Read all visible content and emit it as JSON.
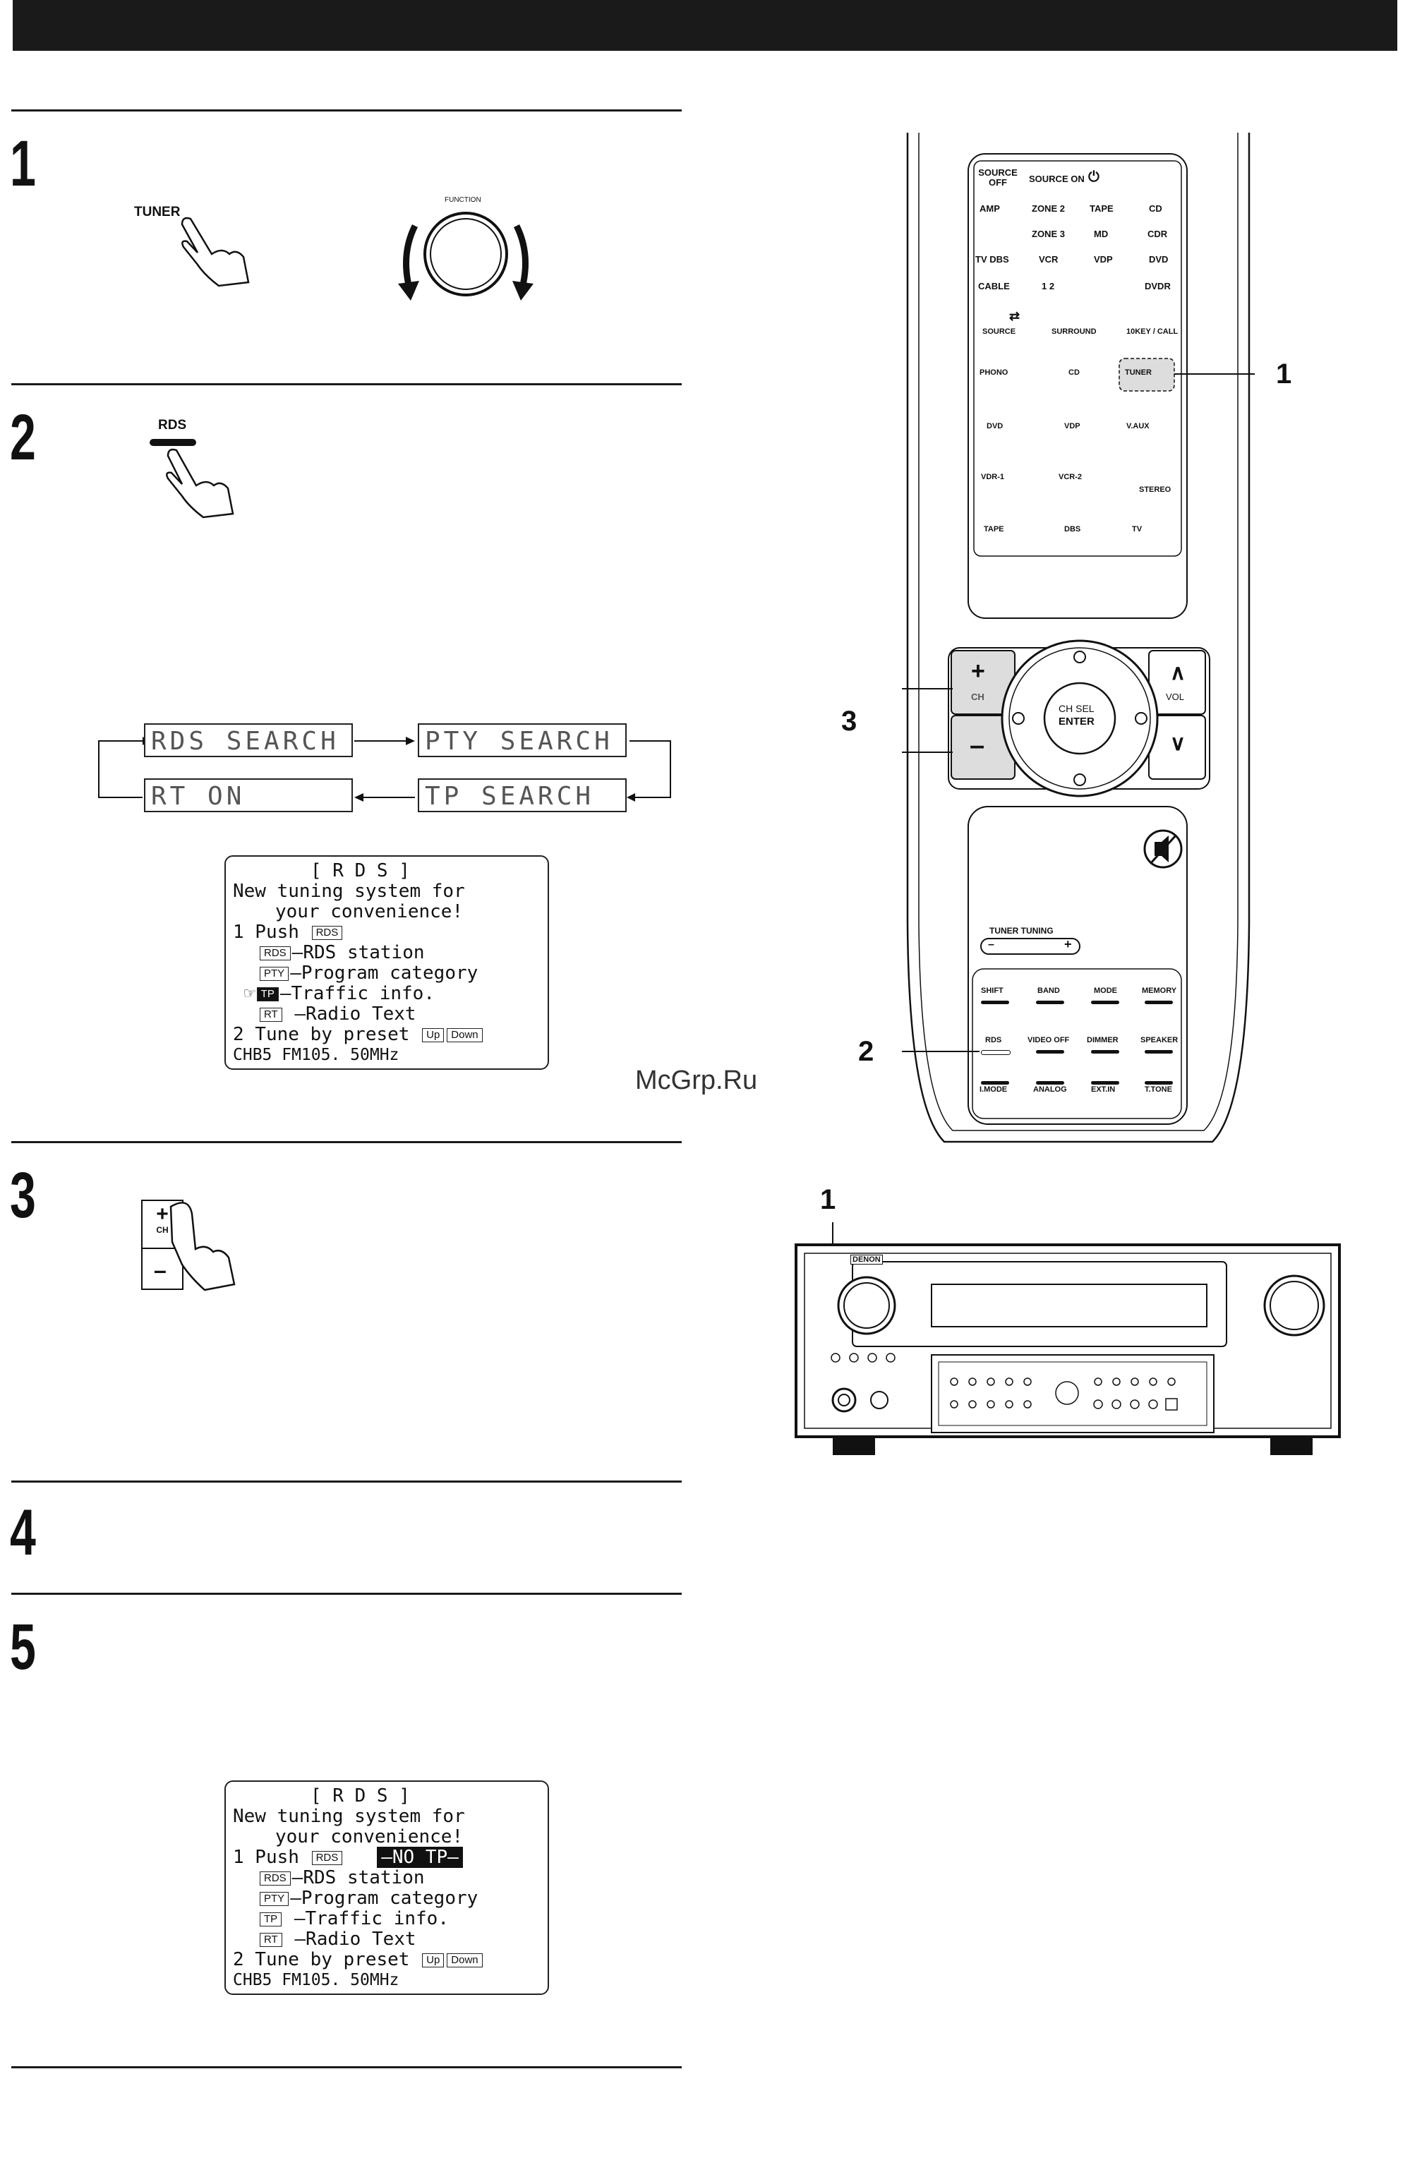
{
  "watermark": "McGrp.Ru",
  "steps": [
    {
      "num": "1"
    },
    {
      "num": "2"
    },
    {
      "num": "3"
    },
    {
      "num": "4"
    },
    {
      "num": "5"
    }
  ],
  "illustrations": {
    "tuner_label": "TUNER",
    "function_label": "FUNCTION",
    "rds_label": "RDS",
    "ch_plus": "+",
    "ch_label": "CH",
    "ch_minus": "–"
  },
  "rds_cycle": {
    "rds_search": "RDS SEARCH",
    "pty_search": "PTY SEARCH",
    "tp_search": "TP SEARCH",
    "rt_on": "RT ON"
  },
  "osd1": {
    "line1": "[ R D S ]",
    "line2": "New tuning system for",
    "line3": "your convenience!",
    "line4_prefix": "1 Push",
    "tag_rds": "RDS",
    "tag_pty": "PTY",
    "tag_tp": "TP",
    "tag_rt": "RT",
    "tp_pointer": "☞",
    "item_rds": "–RDS station",
    "item_pty": "–Program category",
    "item_tp": "–Traffic info.",
    "item_rt": "–Radio Text",
    "line9_prefix": "2 Tune by preset",
    "tag_up": "Up",
    "tag_down": "Down",
    "line10": "CHB5 FM105. 50MHz"
  },
  "osd2": {
    "line1": "[ R D S ]",
    "line2": "New tuning system for",
    "line3": "your convenience!",
    "line4_prefix": "1 Push",
    "no_tp": "–NO TP–",
    "tag_rds": "RDS",
    "tag_pty": "PTY",
    "tag_tp": "TP",
    "tag_rt": "RT",
    "item_rds": "–RDS station",
    "item_pty": "–Program category",
    "item_tp": "–Traffic info.",
    "item_rt": "–Radio Text",
    "line9_prefix": "2 Tune by preset",
    "tag_up": "Up",
    "tag_down": "Down",
    "line10": "CHB5 FM105. 50MHz"
  },
  "remote": {
    "source_off": "SOURCE OFF",
    "source_on": "SOURCE ON",
    "zone_rows": [
      [
        "AMP",
        "ZONE 2",
        "TAPE",
        "CD"
      ],
      [
        "",
        "ZONE 3",
        "MD",
        "CDR"
      ],
      [
        "TV DBS",
        "VCR",
        "VDP",
        "DVD"
      ],
      [
        "CABLE",
        "1 2",
        "",
        "DVDR"
      ]
    ],
    "source": "SOURCE",
    "surround": "SURROUND",
    "tenkey": "10KEY / CALL",
    "input_rows": [
      [
        "PHONO",
        "CD",
        "TUNER"
      ],
      [
        "DVD",
        "VDP",
        "V.AUX"
      ],
      [
        "VDR-1",
        "VCR-2",
        "STEREO"
      ],
      [
        "TAPE",
        "DBS",
        "TV"
      ]
    ],
    "ch_plus": "+",
    "ch": "CH",
    "ch_minus": "–",
    "ch_sel": "CH SEL",
    "enter": "ENTER",
    "vol_up": "∧",
    "vol": "VOL",
    "vol_down": "∨",
    "tuner_tuning": "TUNER TUNING",
    "tt_minus": "–",
    "tt_plus": "+",
    "func_rows": [
      [
        "SHIFT",
        "BAND",
        "MODE",
        "MEMORY"
      ],
      [
        "RDS",
        "VIDEO OFF",
        "DIMMER",
        "SPEAKER"
      ],
      [
        "I.MODE",
        "ANALOG",
        "EXT.IN",
        "T.TONE"
      ]
    ],
    "callout_1": "1",
    "callout_2": "2",
    "callout_3": "3"
  },
  "receiver": {
    "brand": "DENON",
    "callout_1": "1"
  }
}
